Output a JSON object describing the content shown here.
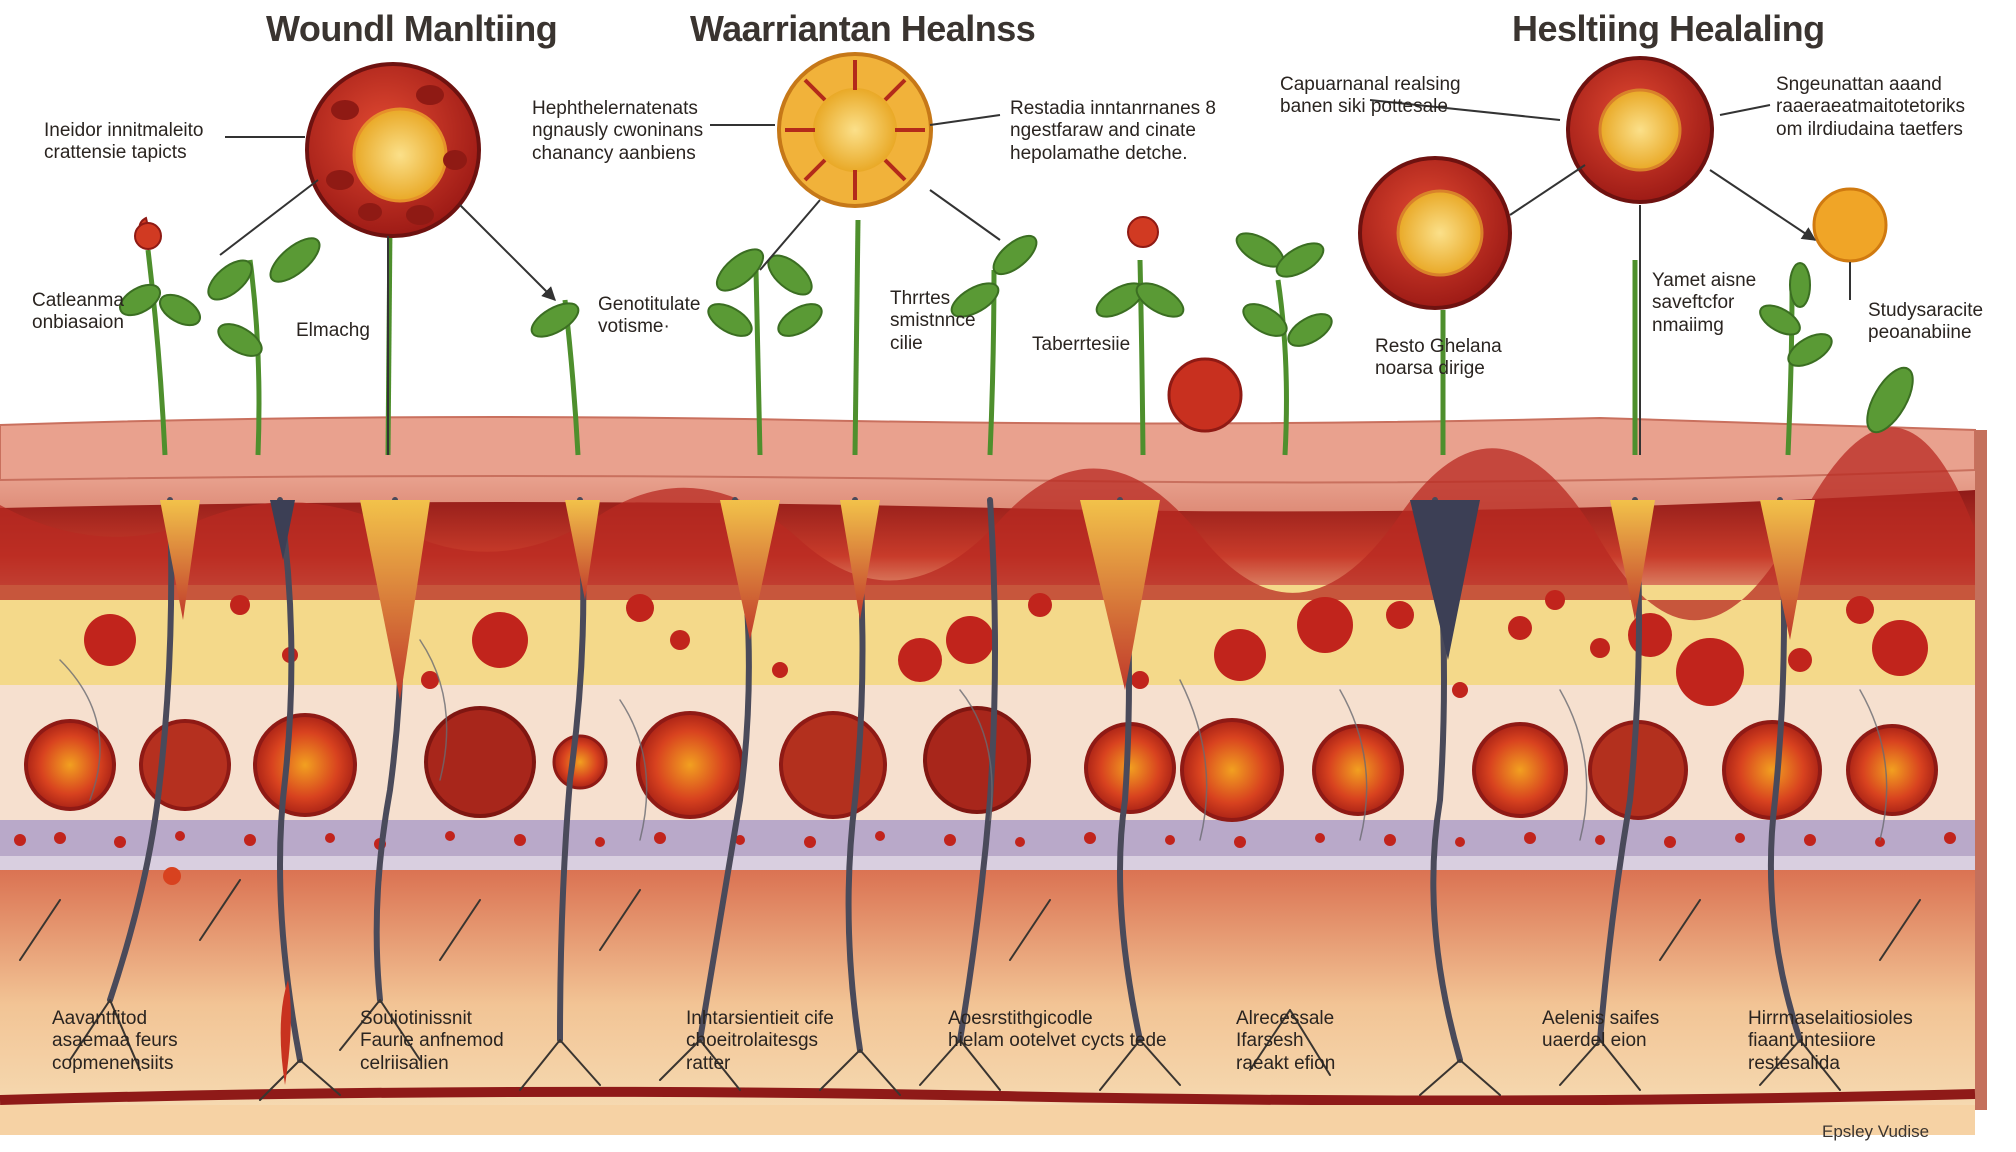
{
  "titles": {
    "left": "Woundl Manltiing",
    "center": "Waarriantan Healnss",
    "right": "Hesltiing Healaling"
  },
  "labels": {
    "left_top": "Ineidor innitmaleito\ncrattensie tapicts",
    "left_mid": "Catleanma\nonbiasaion",
    "left_elmachg": "Elmachg",
    "center_left_top": "Hephthelernatenats\nngnausly cwoninans\nchanancy aanbiens",
    "center_genot": "Genotitulate\nvotisme·",
    "center_right_top": "Restadia inntanrnanes 8\nngestfaraw and cinate\nhepolamathe detche.",
    "center_thrrcs": "Thrrtes\nsmistnnce\ncilie",
    "center_taber": "Taberrtesiie",
    "right_top_left": "Capuarnanal realsing\nbanen siki pottesale",
    "right_top_right": "Sngeunattan aaand\nraaeraeatmaitotetoriks\nom ilrdiudaina taetfers",
    "right_resto": "Resto   Ghelana\nnoarsa  dirige",
    "right_yamet": "Yamet aisne\nsaveftcfor\nnmaiimg",
    "right_studys": "Studysaracite\npeoanabiine",
    "bottom_1": "Aavantfitod\nasaemaa feurs\ncopmenensiits",
    "bottom_2": "Souiotinissnit\nFaurie anfnemod\ncelriisalien",
    "bottom_3": "Inhtarsientieit cife\nchoeitrolaitesgs\nratter",
    "bottom_4": "Aoesrstithgicodle\nhielam ootelvet cycts tede",
    "bottom_5": "Alrecessale\nIfarsesh\nraeakt efion",
    "bottom_6": "Aelenis saifes\nuaerdel eion",
    "bottom_7": "Hirrmaselaitiosioles\nfiaant intesiiore\nrestesalida",
    "credit": "Epsley Vudise"
  },
  "colors": {
    "epidermis": "#e9a18e",
    "dermis_red": "#a3211d",
    "fat_yellow": "#f4d98a",
    "blood_red": "#c62a1f",
    "leaf_green": "#4e8f2d",
    "hypodermis": "#f3c79a"
  }
}
